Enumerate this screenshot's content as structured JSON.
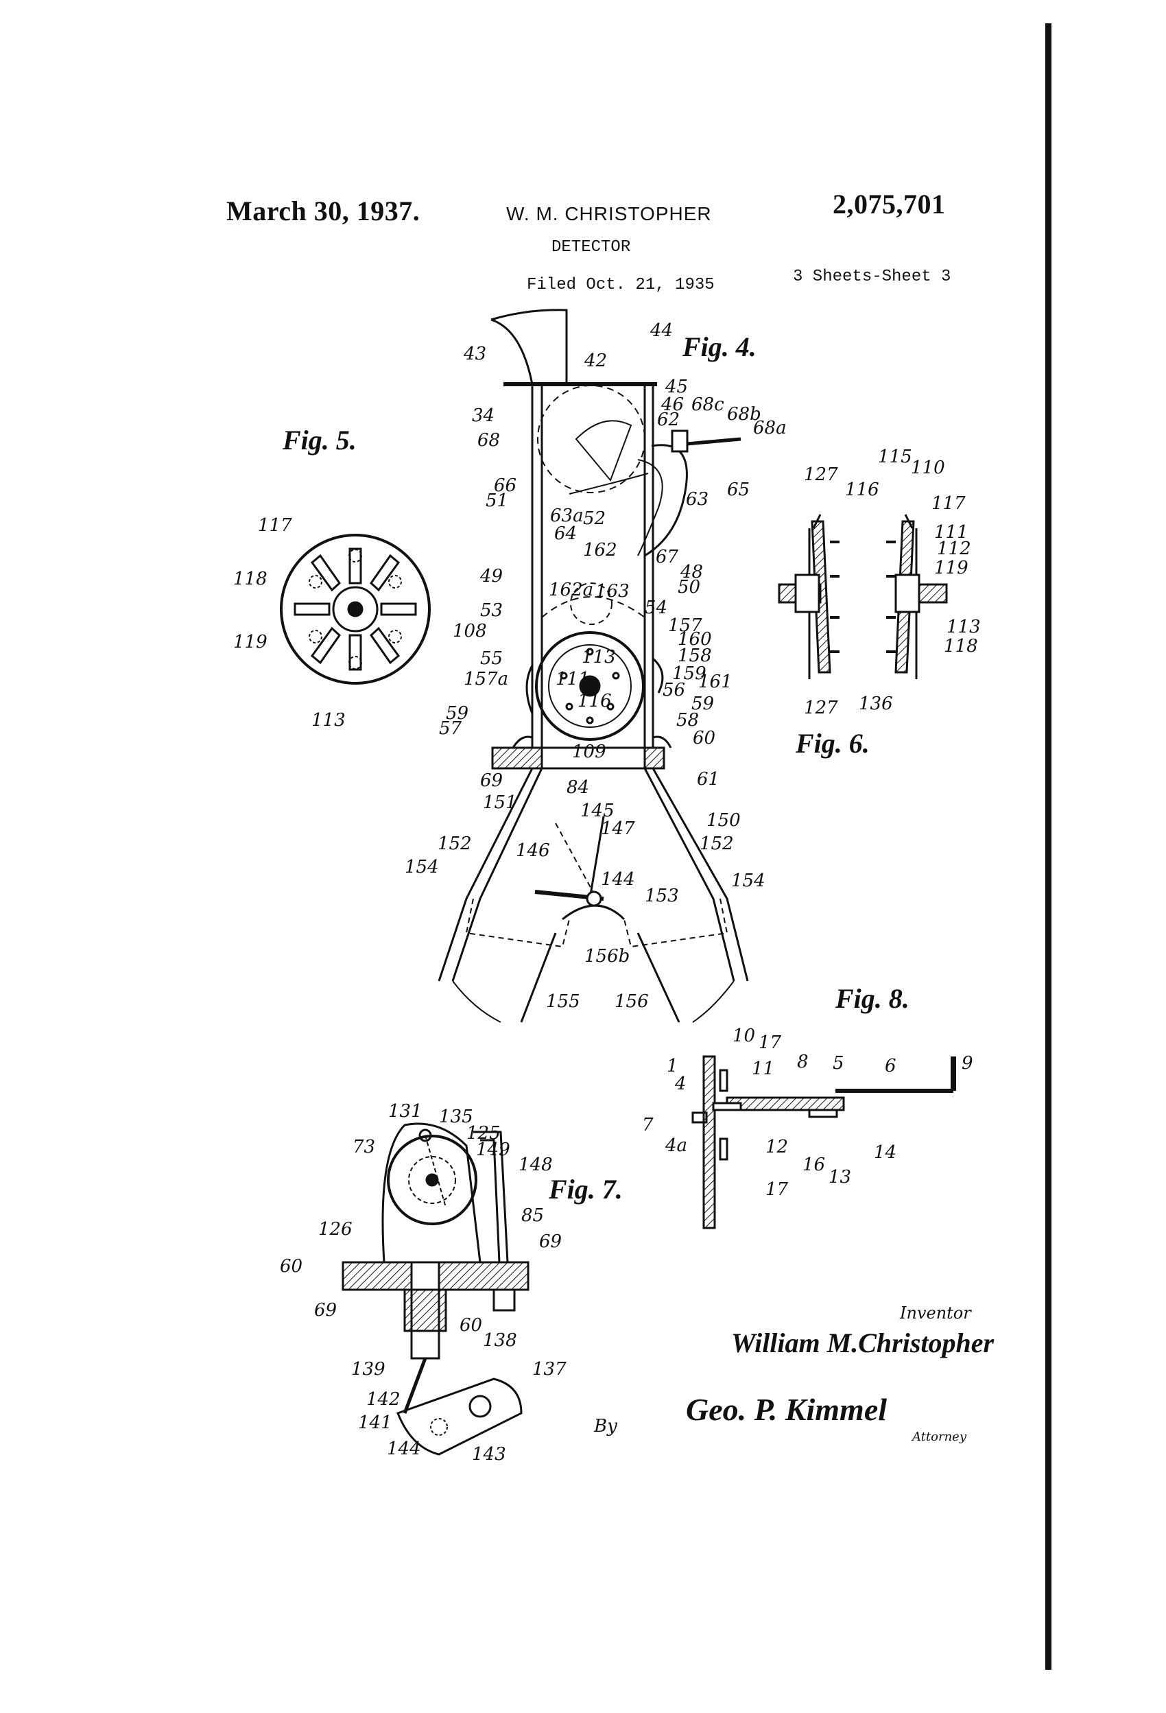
{
  "header": {
    "date": "March 30, 1937.",
    "inventor": "W. M. CHRISTOPHER",
    "patent_number": "2,075,701",
    "title": "DETECTOR",
    "filed": "Filed Oct. 21, 1935",
    "sheets": "3 Sheets-Sheet 3"
  },
  "figures": {
    "fig4": "Fig. 4.",
    "fig5": "Fig. 5.",
    "fig6": "Fig. 6.",
    "fig7": "Fig. 7.",
    "fig8": "Fig. 8."
  },
  "ref_numerals": {
    "fig4": [
      "44",
      "43",
      "42",
      "45",
      "46",
      "34",
      "68c",
      "68b",
      "68a",
      "62",
      "68",
      "66",
      "51",
      "63a",
      "52",
      "63",
      "65",
      "64",
      "162",
      "67",
      "49",
      "48",
      "162a",
      "50",
      "163",
      "53",
      "54",
      "157",
      "108",
      "160",
      "55",
      "113",
      "158",
      "157a",
      "111",
      "159",
      "116",
      "56",
      "161",
      "59",
      "59",
      "58",
      "57",
      "109",
      "60",
      "69",
      "84",
      "61",
      "151",
      "145",
      "150",
      "147",
      "152",
      "146",
      "152",
      "154",
      "144",
      "153",
      "154",
      "156b",
      "155",
      "156"
    ],
    "fig5": [
      "117",
      "118",
      "119",
      "113"
    ],
    "fig6": [
      "127",
      "115",
      "110",
      "116",
      "117",
      "111",
      "112",
      "119",
      "113",
      "118",
      "127",
      "136"
    ],
    "fig7": [
      "131",
      "135",
      "73",
      "125",
      "149",
      "148",
      "85",
      "126",
      "69",
      "60",
      "69",
      "60",
      "138",
      "139",
      "137",
      "142",
      "141",
      "144",
      "143"
    ],
    "fig8": [
      "10",
      "17",
      "1",
      "11",
      "8",
      "5",
      "6",
      "9",
      "4",
      "7",
      "4a",
      "12",
      "16",
      "13",
      "14",
      "17"
    ]
  },
  "signature": {
    "inventor_label": "Inventor",
    "inventor_name": "William M.Christopher",
    "by": "By",
    "attorney_signature": "Geo. P. Kimmel",
    "attorney_label": "Attorney"
  }
}
